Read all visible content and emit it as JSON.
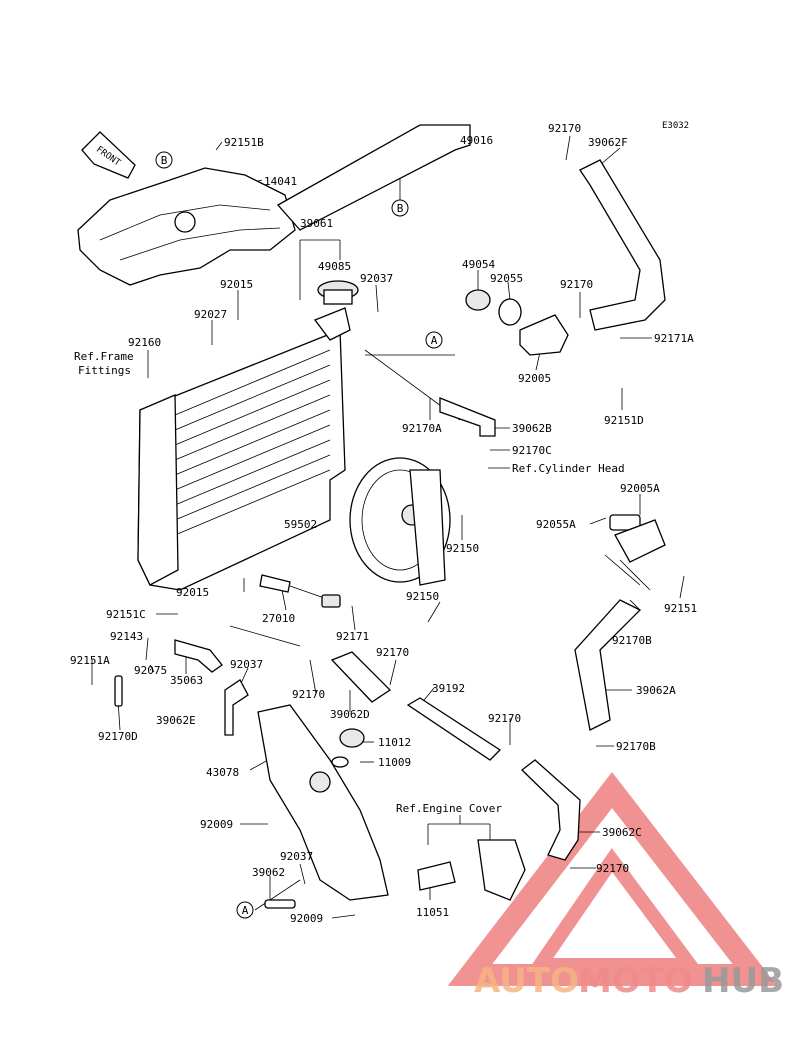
{
  "diagram_code": "E3032",
  "front_label": "FRONT",
  "callouts": {
    "a_top": "A",
    "a_bottom": "A",
    "b_left": "B",
    "b_mid": "B"
  },
  "refs": {
    "frame_line1": "Ref.Frame",
    "frame_line2": "Fittings",
    "cylinder_head": "Ref.Cylinder Head",
    "engine_cover": "Ref.Engine Cover"
  },
  "part_numbers": {
    "p92151B": "92151B",
    "p14041": "14041",
    "p49016": "49016",
    "p92170_top": "92170",
    "p39062F": "39062F",
    "p39061": "39061",
    "p49085": "49085",
    "p92037_top": "92037",
    "p92015_top": "92015",
    "p92027": "92027",
    "p92160": "92160",
    "p49054": "49054",
    "p92055": "92055",
    "p92170_mid": "92170",
    "p92171A": "92171A",
    "p92005": "92005",
    "p92151D": "92151D",
    "p92170A": "92170A",
    "p39062B": "39062B",
    "p92170C": "92170C",
    "p92005A": "92005A",
    "p92055A": "92055A",
    "p59502": "59502",
    "p92150_a": "92150",
    "p92150_b": "92150",
    "p92151_right": "92151",
    "p92170B_a": "92170B",
    "p92015_bot": "92015",
    "p27010": "27010",
    "p92171": "92171",
    "p92151C": "92151C",
    "p92143": "92143",
    "p92151A": "92151A",
    "p92075": "92075",
    "p35063": "35063",
    "p92037_mid": "92037",
    "p92170_left": "92170",
    "p92170_c": "92170",
    "p39062D": "39062D",
    "p39192": "39192",
    "p92170_d": "92170",
    "p39062A": "39062A",
    "p92170D": "92170D",
    "p39062E": "39062E",
    "p11012": "11012",
    "p11009": "11009",
    "p92170B_b": "92170B",
    "p43078": "43078",
    "p92009_a": "92009",
    "p39062C": "39062C",
    "p92170_e": "92170",
    "p92037_bot": "92037",
    "p39062": "39062",
    "p11051": "11051",
    "p92009_b": "92009"
  },
  "watermark": {
    "part1": "AUTO",
    "part2": "MOTO",
    "part3": "HUB",
    "color1": "#f5b483",
    "color2": "#f08a8a",
    "color3": "#9a9a9a",
    "triangle_color": "#e63a3a"
  }
}
